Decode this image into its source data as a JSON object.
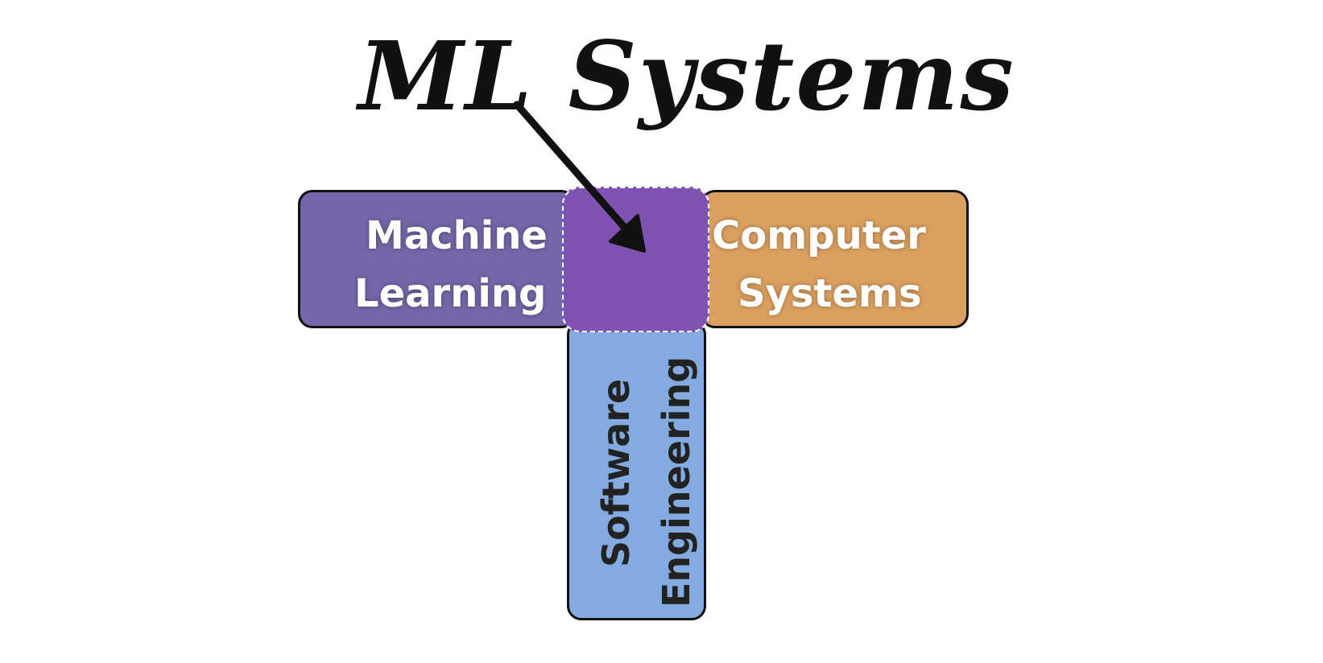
{
  "title": "ML Systems",
  "regions": {
    "machine_learning": {
      "line1": "Machine",
      "line2": "Learning",
      "color": "#7466a8"
    },
    "computer_systems": {
      "line1": "Computer",
      "line2": "Systems",
      "color": "#dba05f"
    },
    "software_engineering": {
      "line1": "Software",
      "line2": "Engineering",
      "color": "#83abdf"
    },
    "intersection": {
      "color": "#7f53b3"
    }
  },
  "arrow": {
    "from": "title",
    "to": "intersection"
  }
}
